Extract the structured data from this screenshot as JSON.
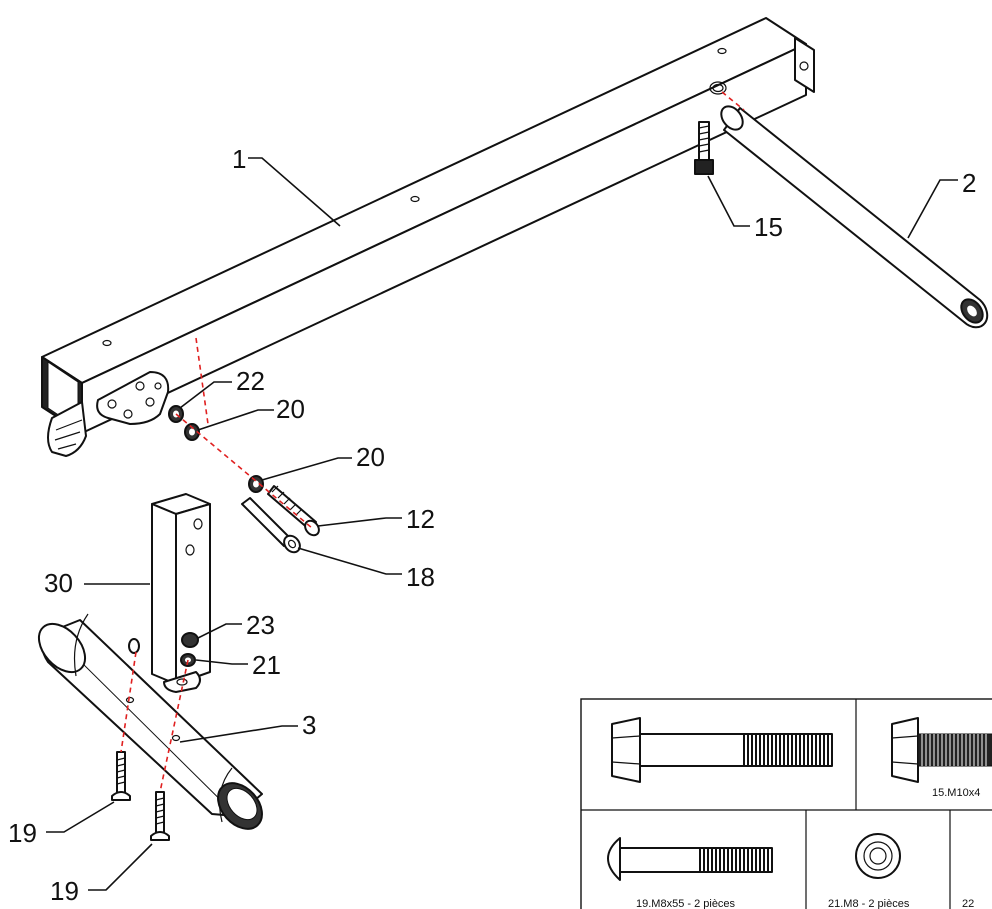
{
  "callouts": [
    {
      "id": "1",
      "text": "1"
    },
    {
      "id": "2",
      "text": "2"
    },
    {
      "id": "15",
      "text": "15"
    },
    {
      "id": "22",
      "text": "22"
    },
    {
      "id": "20a",
      "text": "20"
    },
    {
      "id": "20b",
      "text": "20"
    },
    {
      "id": "12",
      "text": "12"
    },
    {
      "id": "18",
      "text": "18"
    },
    {
      "id": "30",
      "text": "30"
    },
    {
      "id": "23",
      "text": "23"
    },
    {
      "id": "21",
      "text": "21"
    },
    {
      "id": "3",
      "text": "3"
    },
    {
      "id": "19a",
      "text": "19"
    },
    {
      "id": "19b",
      "text": "19"
    }
  ],
  "hardware_table": {
    "cells": [
      {
        "label": ""
      },
      {
        "label": "15.M10x4"
      },
      {
        "label": "19.M8x55  -  2  pièces"
      },
      {
        "label": "21.M8  -  2  pièces"
      },
      {
        "label": "22"
      }
    ]
  },
  "colors": {
    "line": "#111111",
    "guide": "#e02020",
    "background": "#ffffff"
  }
}
